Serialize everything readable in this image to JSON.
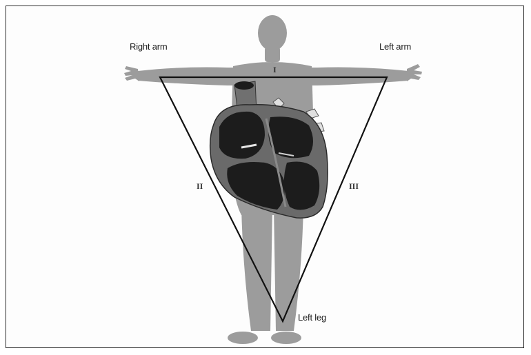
{
  "labels": {
    "right_arm": "Right arm",
    "left_arm": "Left arm",
    "left_leg": "Left leg"
  },
  "leads": {
    "lead_1": "I",
    "lead_2": "II",
    "lead_3": "III"
  },
  "colors": {
    "body": "#9c9c9c",
    "heart_outer": "#6a6a6a",
    "chamber": "#1c1c1c",
    "triangle": "#111111",
    "frame": "#2a2a2a"
  }
}
